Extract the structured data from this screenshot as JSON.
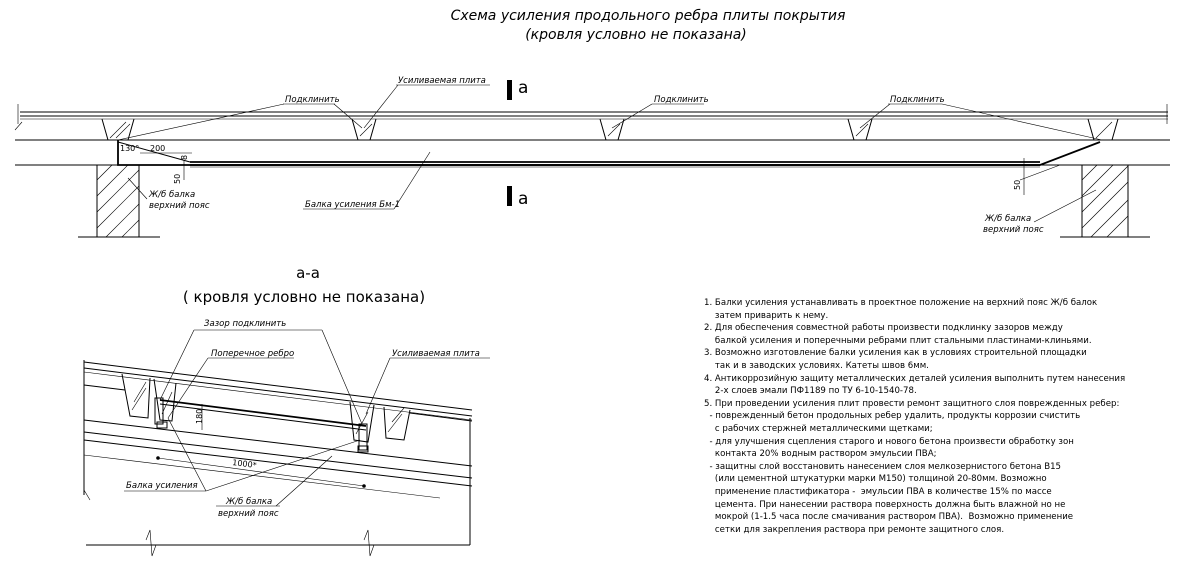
{
  "top_view": {
    "title_line1": "Схема усиления продольного ребра плиты покрытия",
    "title_line2": "(кровля условно не показана)",
    "section_mark_top": "a",
    "section_mark_bottom": "a",
    "label_plate": "Усиливаемая плита",
    "label_wedge_1": "Подклинить",
    "label_wedge_2": "Подклинить",
    "label_wedge_3": "Подклинить",
    "label_beam": "Балка усиления Бм-1",
    "label_girder_left_1": "Ж/б балка",
    "label_girder_left_2": "верхний пояс",
    "label_girder_right_1": "Ж/б балка",
    "label_girder_right_2": "верхний пояс",
    "dim_angle": "130°",
    "dim_200": "200",
    "dim_8": "8",
    "dim_50_left": "50",
    "dim_50_right": "50"
  },
  "section_view": {
    "title_line1": "a-a",
    "title_line2": "( кровля условно не показана)",
    "label_gap": "Зазор подклинить",
    "label_rib": "Поперечное ребро",
    "label_plate": "Усиливаемая плита",
    "label_beam": "Балка усиления",
    "label_girder_1": "Ж/б балка",
    "label_girder_2": "верхний пояс",
    "dim_180": "180",
    "dim_1000": "1000*"
  },
  "notes": [
    "1. Балки усиления устанавливать в проектное положение на верхний пояс Ж/б балок",
    "    затем приварить к нему.",
    "2. Для обеспечения совместной работы произвести подклинку зазоров между",
    "    балкой усиления и поперечными ребрами плит стальными пластинами-клиньями.",
    "3. Возможно изготовление балки усиления как в условиях строительной площадки",
    "    так и в заводских условиях. Катеты швов 6мм.",
    "4. Антикоррозийную защиту металлических деталей усиления выполнить путем нанесения",
    "    2-х слоев эмали ПФ1189 по ТУ 6-10-1540-78.",
    "5. При проведении усиления плит провести ремонт защитного слоя поврежденных ребер:",
    "  - поврежденный бетон продольных ребер удалить, продукты коррозии счистить",
    "    с рабочих стержней металлическими щетками;",
    "  - для улучшения сцепления старого и нового бетона произвести обработку зон",
    "    контакта 20% водным раствором эмульсии ПВА;",
    "  - защитны слой восстановить нанесением слоя мелкозернистого бетона В15",
    "    (или цементной штукатурки марки М150) толщиной 20-80мм. Возможно",
    "    применение пластификатора -  эмульсии ПВА в количестве 15% по массе",
    "    цемента. При нанесении раствора поверхность должна быть влажной но не",
    "    мокрой (1-1.5 часа после смачивания раствором ПВА).  Возможно применение",
    "    сетки для закрепления раствора при ремонте защитного слоя."
  ]
}
